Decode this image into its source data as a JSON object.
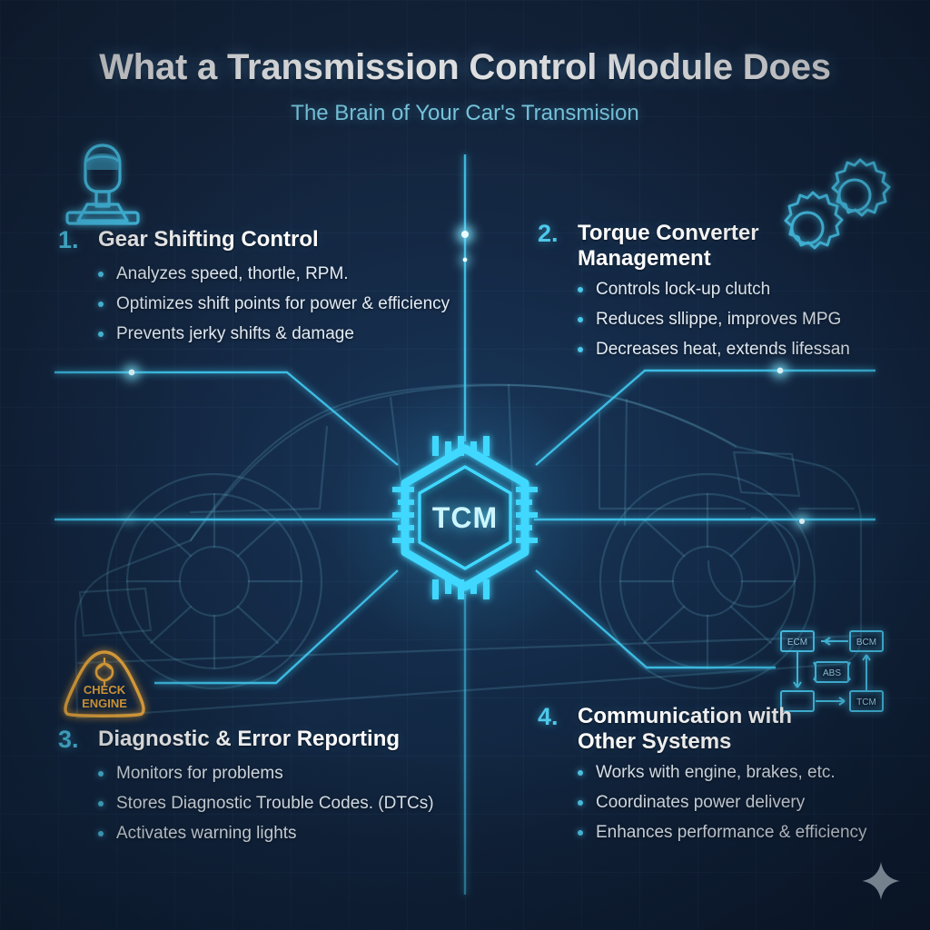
{
  "header": {
    "title": "What a Transmission Control Module Does",
    "subtitle": "The Brain of Your Car's Transmision"
  },
  "center": {
    "chip_label": "TCM",
    "chip_icon": "hexagon-microchip-icon",
    "accent_color": "#3fd8ff"
  },
  "colors": {
    "background": "#12223a",
    "accent": "#4ec8ea",
    "title_text": "#ffffff",
    "subtitle_text": "#7fd3ec",
    "body_text": "#e3ecf4",
    "warning_amber": "#f0a830"
  },
  "sections": [
    {
      "number": "1.",
      "title": "Gear Shifting Control",
      "icon": "gear-shifter-icon",
      "bullets": [
        "Analyzes speed, thortle, RPM.",
        "Optimizes shift points for power & efficiency",
        "Prevents jerky shifts & damage"
      ]
    },
    {
      "number": "2.",
      "title": "Torque Converter Management",
      "icon": "gears-icon",
      "bullets": [
        "Controls lock-up clutch",
        "Reduces sllippe, improves MPG",
        "Decreases heat, extends lifessan"
      ]
    },
    {
      "number": "3.",
      "title": "Diagnostic & Error Reporting",
      "icon": "check-engine-light-icon",
      "bullets": [
        "Monitors for problems",
        "Stores Diagnostic Trouble Codes. (DTCs)",
        "Activates warning lights"
      ]
    },
    {
      "number": "4.",
      "title": "Communication with Other Systems",
      "icon": "network-modules-icon",
      "bullets": [
        "Works with engine, brakes, etc.",
        "Coordinates power delivery",
        "Enhances performance & efficiency"
      ]
    }
  ],
  "check_engine_icon": {
    "line1": "CHECK",
    "line2": "ENGINE"
  },
  "network_icon": {
    "node_top_left": "ECM",
    "node_top_right": "BCM",
    "node_center": "ABS",
    "node_bottom_left": "",
    "node_bottom_right": "TCM"
  },
  "watermark": {
    "icon": "sparkle-star-icon"
  }
}
